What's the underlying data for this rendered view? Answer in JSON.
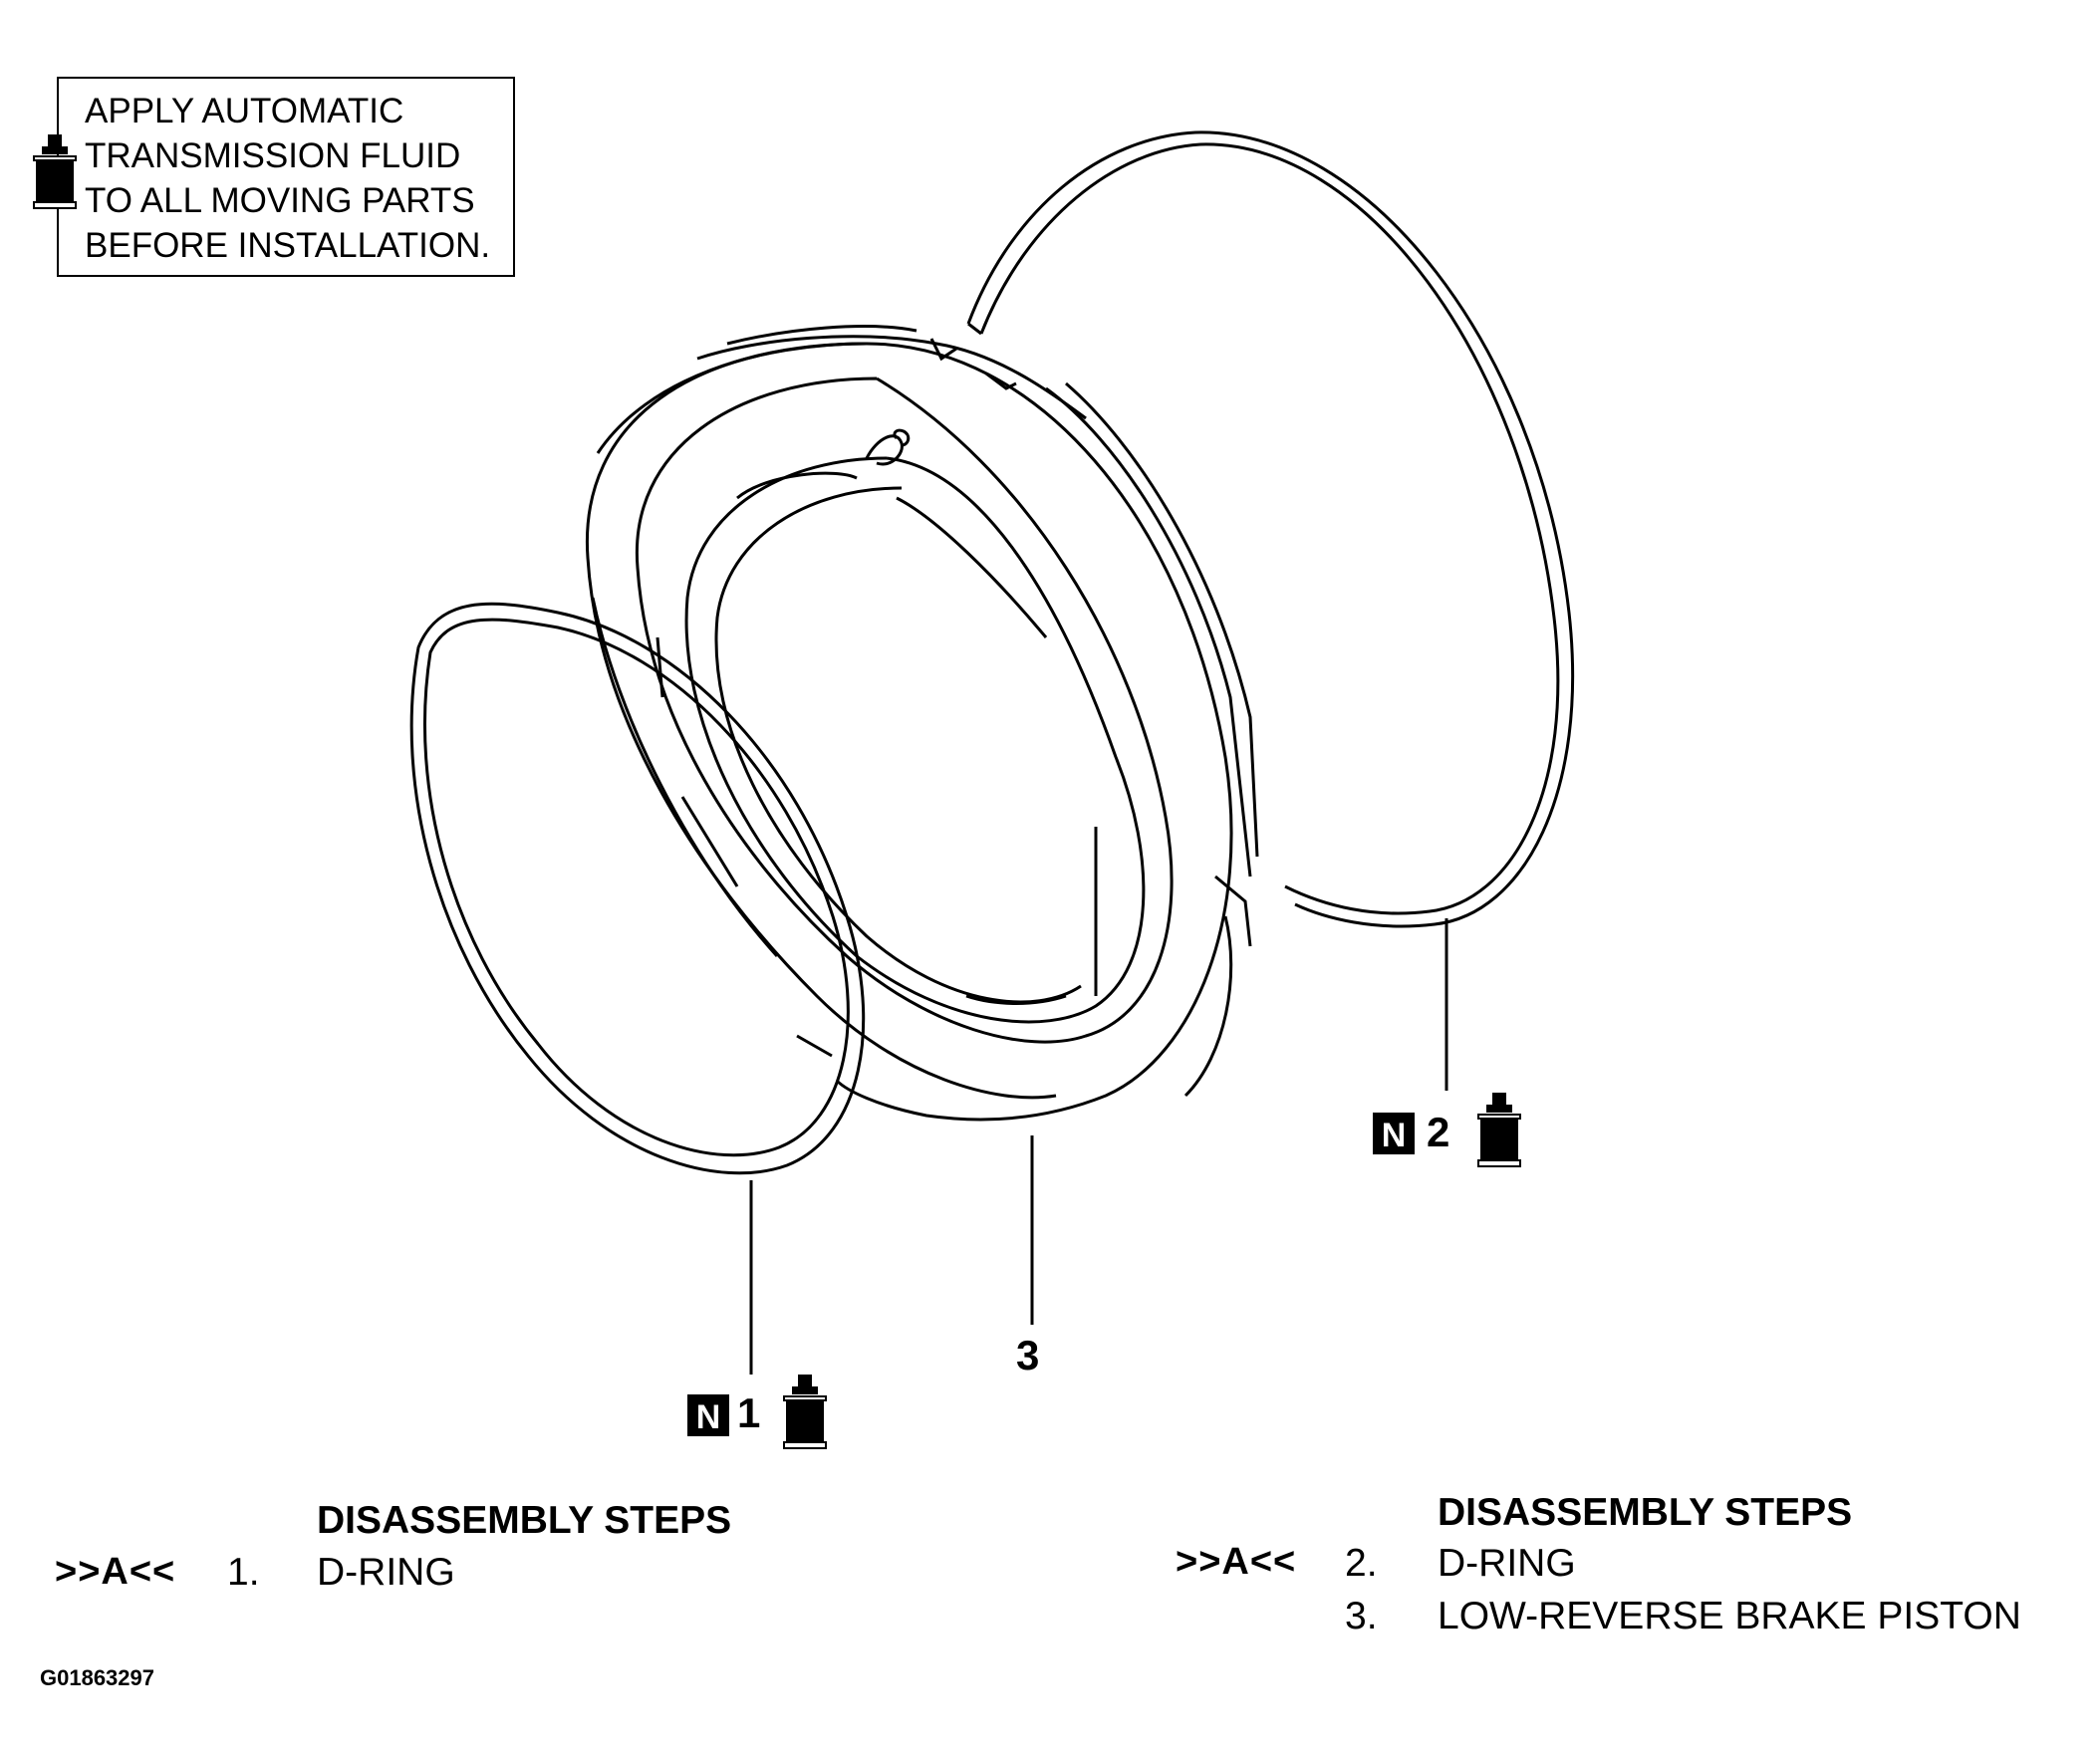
{
  "note": {
    "lines": [
      "APPLY AUTOMATIC",
      "TRANSMISSION FLUID",
      "TO ALL MOVING PARTS",
      "BEFORE INSTALLATION."
    ],
    "icon": "atf-bottle-icon"
  },
  "callouts": {
    "item1": {
      "badge": "N",
      "number": "1",
      "icon": "atf-bottle-icon"
    },
    "item2": {
      "badge": "N",
      "number": "2",
      "icon": "atf-bottle-icon"
    },
    "item3": {
      "number": "3"
    }
  },
  "steps_left": {
    "title": "DISASSEMBLY STEPS",
    "rows": [
      {
        "ref": ">>A<<",
        "num": "1.",
        "label": "D-RING"
      }
    ]
  },
  "steps_right": {
    "title": "DISASSEMBLY STEPS",
    "rows": [
      {
        "ref": ">>A<<",
        "num": "2.",
        "label": "D-RING"
      },
      {
        "ref": "",
        "num": "3.",
        "label": "LOW-REVERSE BRAKE PISTON"
      }
    ]
  },
  "figure_id": "G01863297"
}
